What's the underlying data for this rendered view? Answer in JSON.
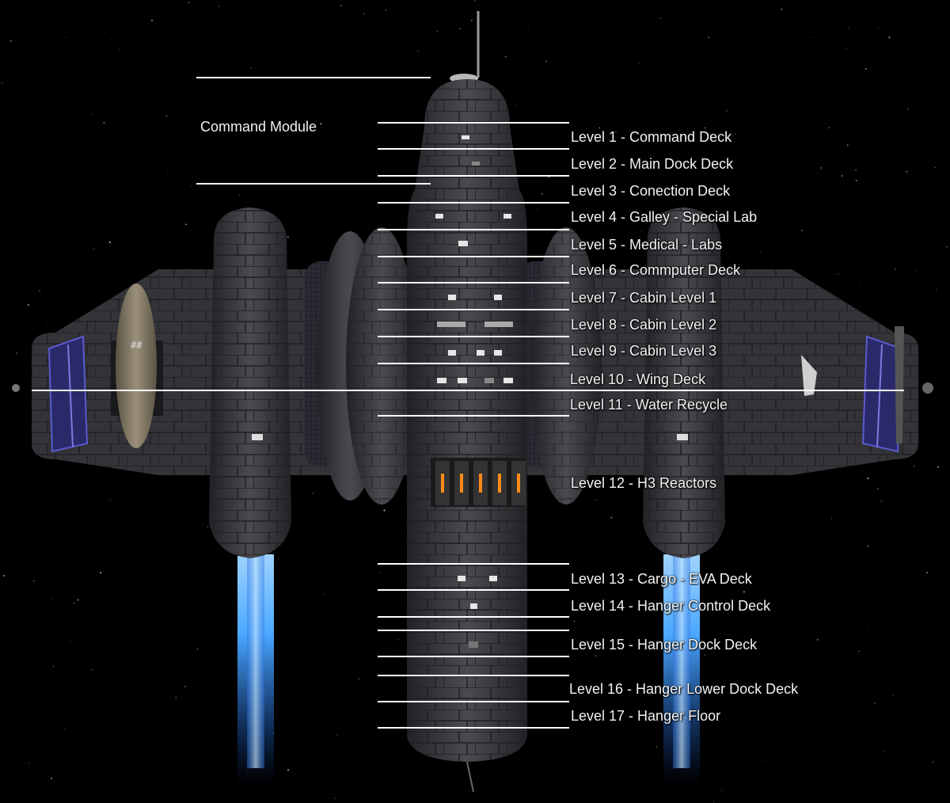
{
  "module_label": "Command Module",
  "levels": [
    "Level 1 - Command Deck",
    "Level 2 - Main Dock Deck",
    "Level 3 - Conection Deck",
    "Level 4 - Galley - Special Lab",
    "Level 5 - Medical - Labs",
    "Level 6 - Commputer Deck",
    "Level 7 - Cabin Level 1",
    "Level 8 - Cabin Level 2",
    "Level 9 - Cabin Level 3",
    "Level 10 - Wing Deck",
    "Level 11 - Water Recycle",
    "Level 12 - H3 Reactors",
    "Level 13 - Cargo - EVA Deck",
    "Level 14 - Hanger Control Deck",
    "Level 15 - Hanger Dock Deck",
    "Level 16 - Hanger Lower Dock Deck",
    "Level 17 - Hanger Floor"
  ],
  "colors": {
    "background": "#000000",
    "hull": "#3a3a3e",
    "hull_dark": "#2a2a2e",
    "label_text": "#f2f2f2",
    "guide_line": "#ffffff",
    "thruster": "#4aa8ff",
    "reactor_glow": "#ff8a1a",
    "solar_panel": "#3a3aa0",
    "pod": "#8a7f66"
  }
}
